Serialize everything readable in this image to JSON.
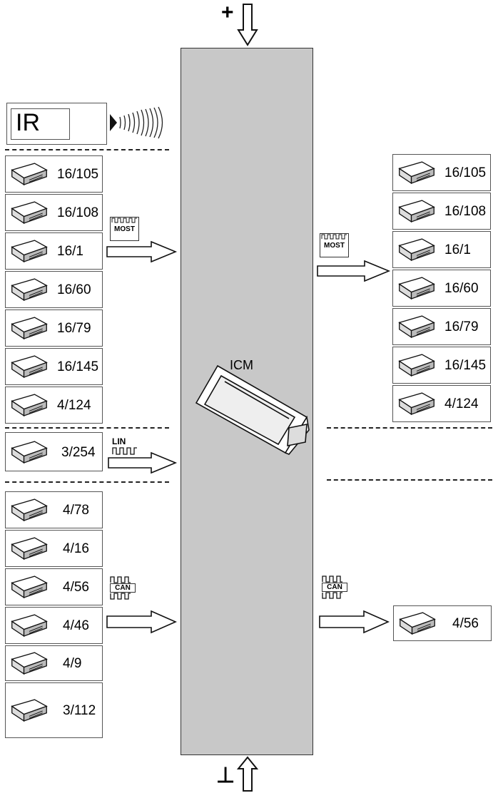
{
  "icm": {
    "label": "ICM"
  },
  "power": {
    "plus_symbol": "+",
    "ground_symbol": "⊥"
  },
  "ir": {
    "label": "IR"
  },
  "buses": {
    "most": "MOST",
    "lin": "LIN",
    "can": "CAN"
  },
  "left_most_modules": [
    "16/105",
    "16/108",
    "16/1",
    "16/60",
    "16/79",
    "16/145",
    "4/124"
  ],
  "right_most_modules": [
    "16/105",
    "16/108",
    "16/1",
    "16/60",
    "16/79",
    "16/145",
    "4/124"
  ],
  "lin_modules": [
    "3/254"
  ],
  "left_can_modules": [
    "4/78",
    "4/16",
    "4/56",
    "4/46",
    "4/9",
    "3/112"
  ],
  "right_can_modules": [
    "4/56"
  ],
  "icons": {
    "power_arrow": "double-arrow-icon",
    "module": "control-module-icon",
    "ir_waves": "ir-signal-icon"
  }
}
